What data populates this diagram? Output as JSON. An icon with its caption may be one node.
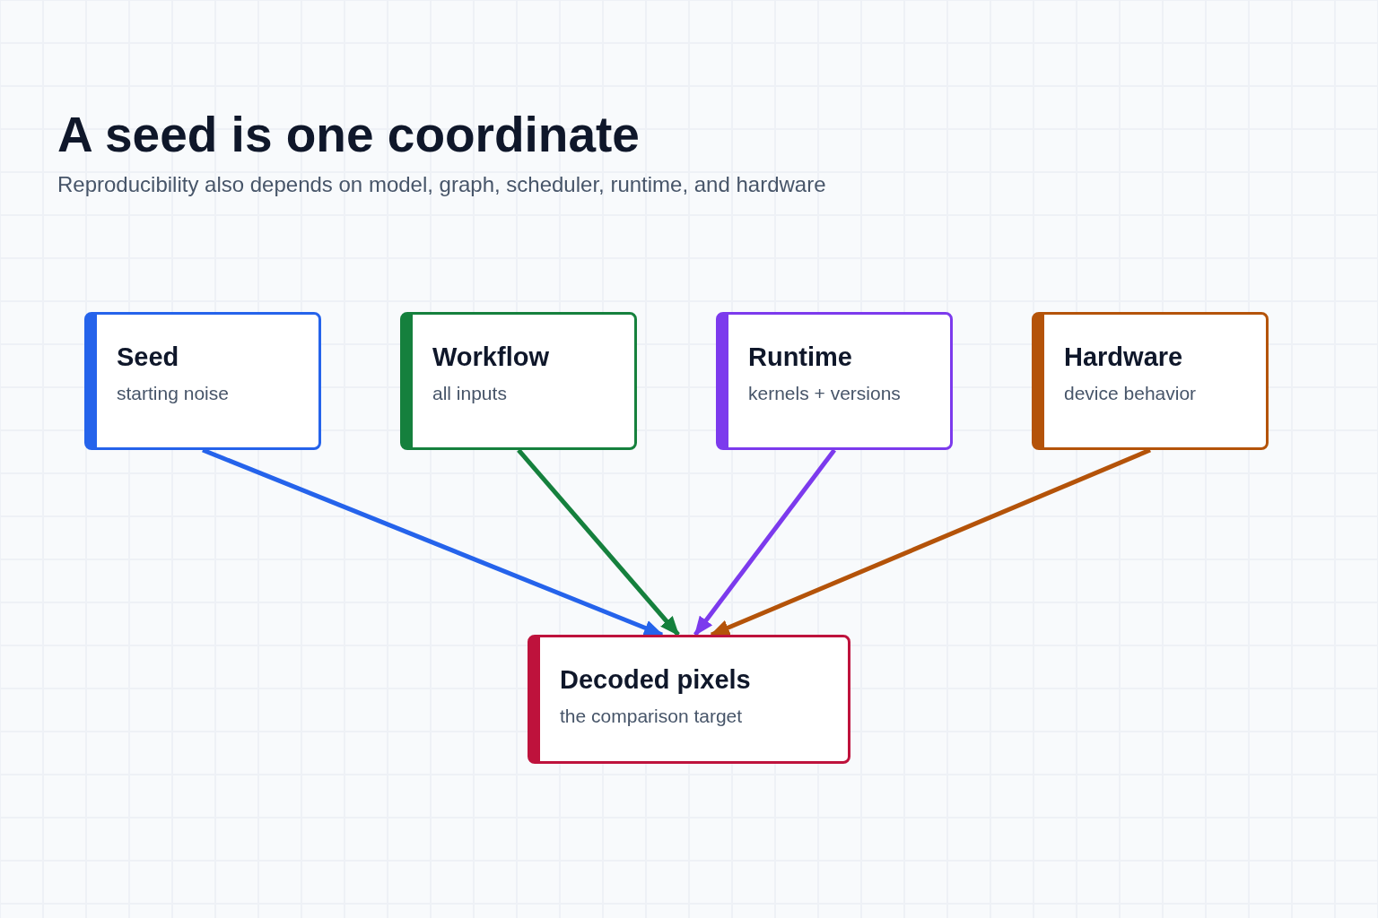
{
  "diagram": {
    "title": "A seed is one coordinate",
    "nodes": [
      {
        "text": [
          "Seed",
          "starting noise"
        ]
      },
      {
        "text": [
          "Workflow",
          "all inputs"
        ]
      },
      {
        "text": [
          "Runtime",
          "kernels + versions"
        ]
      },
      {
        "text": [
          "Hardware",
          "device behavior"
        ]
      },
      {
        "text": [
          "Decoded pixels",
          "the comparison target"
        ]
      }
    ],
    "edges": [
      {
        "from": 0,
        "to": 4,
        "arrow": "to",
        "color": "#2563eb"
      },
      {
        "from": 1,
        "to": 4,
        "arrow": "to",
        "color": "#15803d"
      },
      {
        "from": 2,
        "to": 4,
        "arrow": "to",
        "color": "#7c3aed"
      },
      {
        "from": 3,
        "to": 4,
        "arrow": "to",
        "color": "#b45309"
      }
    ],
    "labels": [
      "Reproducibility also depends on model, graph, scheduler, runtime, and hardware"
    ]
  }
}
